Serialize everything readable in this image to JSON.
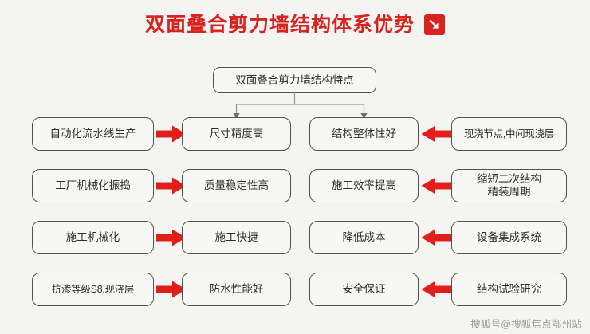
{
  "header": {
    "title": "双面叠合剪力墙结构体系优势",
    "badge_icon": "arrow-down-right-icon",
    "accent_color": "#d8231f"
  },
  "diagram": {
    "root": {
      "label": "双面叠合剪力墙结构特点"
    },
    "colors": {
      "box_border": "#5b4f49",
      "box_fill": "#f7f7f5",
      "arrow_red": "#e01f1b",
      "connector_line": "#9a9a97",
      "page_background": "#f4f4f2",
      "text": "#2f2f2f"
    },
    "rows": [
      {
        "left_cause": "自动化流水线生产",
        "left_arrow_icon": "arrow-right-icon",
        "left_effect": "尺寸精度高",
        "right_effect": "结构整体性好",
        "right_arrow_icon": "arrow-left-icon",
        "right_cause": "现浇节点,中间现浇层"
      },
      {
        "left_cause": "工厂机械化振捣",
        "left_arrow_icon": "arrow-right-icon",
        "left_effect": "质量稳定性高",
        "right_effect": "施工效率提高",
        "right_arrow_icon": "arrow-left-icon",
        "right_cause": "缩短二次结构\n精装周期"
      },
      {
        "left_cause": "施工机械化",
        "left_arrow_icon": "arrow-right-icon",
        "left_effect": "施工快捷",
        "right_effect": "降低成本",
        "right_arrow_icon": "arrow-left-icon",
        "right_cause": "设备集成系统"
      },
      {
        "left_cause": "抗渗等级S8,现浇层",
        "left_arrow_icon": "arrow-right-icon",
        "left_effect": "防水性能好",
        "right_effect": "安全保证",
        "right_arrow_icon": "arrow-left-icon",
        "right_cause": "结构试验研究"
      }
    ]
  },
  "footer": {
    "watermark": "搜狐号@搜狐焦点鄂州站"
  }
}
